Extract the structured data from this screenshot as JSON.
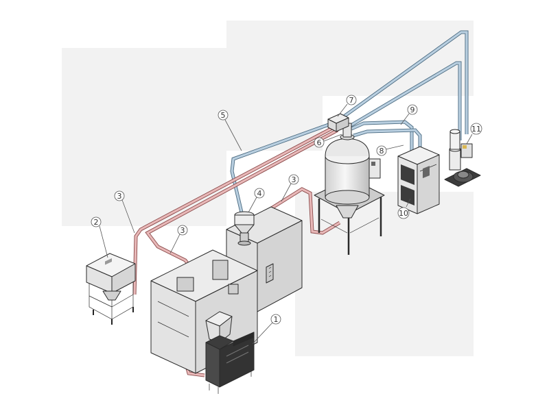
{
  "colors": {
    "conveying_pipe": "#e8b8b8",
    "vacuum_pipe": "#b9cfe0",
    "machine_fill": "#e6e6e6",
    "dark_unit": "#3c3c3c",
    "background_block": "#f2f2f2"
  },
  "callouts": [
    {
      "id": "c1",
      "label": "1"
    },
    {
      "id": "c2",
      "label": "2"
    },
    {
      "id": "c3a",
      "label": "3"
    },
    {
      "id": "c3b",
      "label": "3"
    },
    {
      "id": "c3c",
      "label": "3"
    },
    {
      "id": "c4",
      "label": "4"
    },
    {
      "id": "c5",
      "label": "5"
    },
    {
      "id": "c6",
      "label": "6"
    },
    {
      "id": "c7",
      "label": "7"
    },
    {
      "id": "c8",
      "label": "8"
    },
    {
      "id": "c9",
      "label": "9"
    },
    {
      "id": "c10",
      "label": "10"
    },
    {
      "id": "c11",
      "label": "11"
    }
  ]
}
